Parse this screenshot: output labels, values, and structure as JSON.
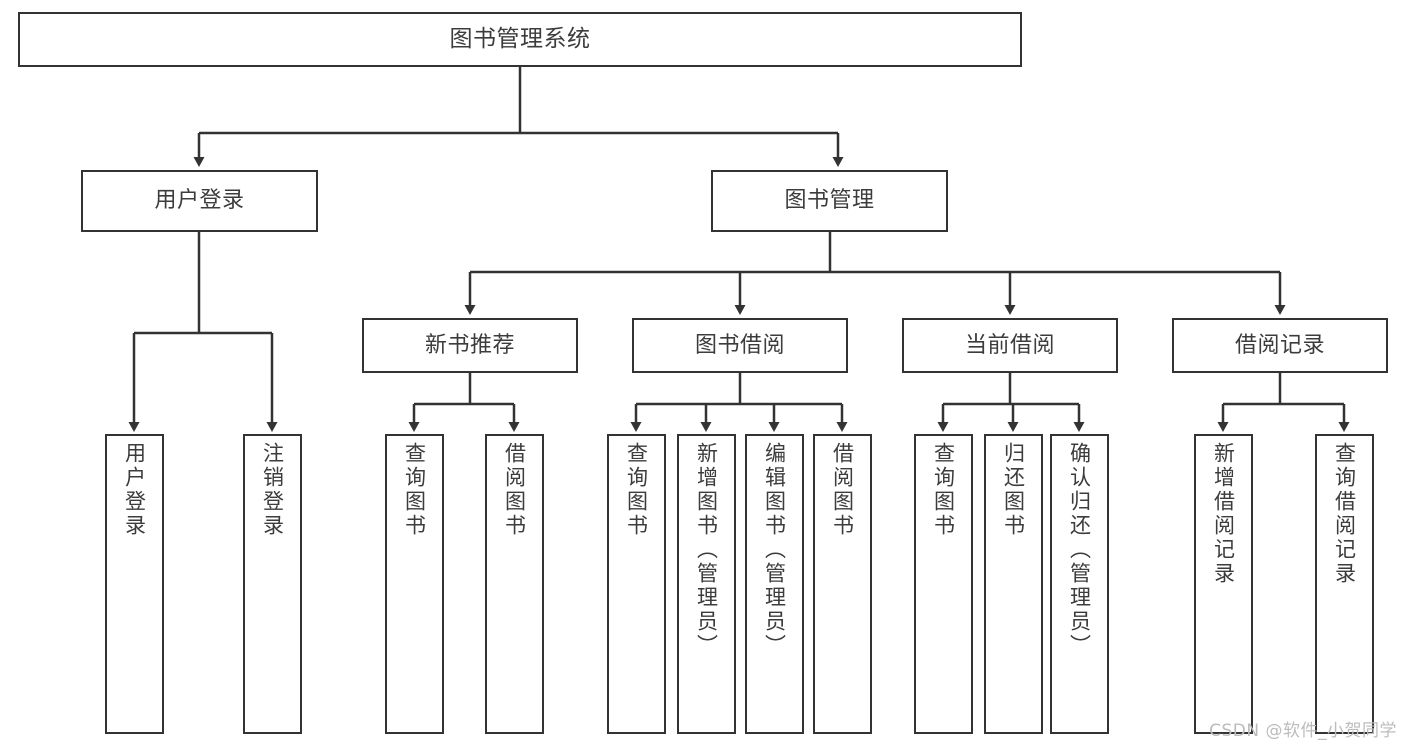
{
  "diagram": {
    "title": "图书管理系统",
    "type": "tree-hierarchy",
    "stroke_color": "#333333",
    "text_color": "#3c3c3c",
    "background_color": "#ffffff"
  },
  "root": {
    "label": "图书管理系统"
  },
  "level2": [
    {
      "label": "用户登录"
    },
    {
      "label": "图书管理"
    }
  ],
  "level3": [
    {
      "label": "新书推荐"
    },
    {
      "label": "图书借阅"
    },
    {
      "label": "当前借阅"
    },
    {
      "label": "借阅记录"
    }
  ],
  "leaves": {
    "user_login": [
      {
        "label": "用户登录"
      },
      {
        "label": "注销登录"
      }
    ],
    "new_book_recommend": [
      {
        "label": "查询图书"
      },
      {
        "label": "借阅图书"
      }
    ],
    "book_borrow": [
      {
        "label": "查询图书"
      },
      {
        "label": "新增图书（管理员）"
      },
      {
        "label": "编辑图书（管理员）"
      },
      {
        "label": "借阅图书"
      }
    ],
    "current_borrow": [
      {
        "label": "查询图书"
      },
      {
        "label": "归还图书"
      },
      {
        "label": "确认归还（管理员）"
      }
    ],
    "borrow_records": [
      {
        "label": "新增借阅记录"
      },
      {
        "label": "查询借阅记录"
      }
    ]
  },
  "watermark": {
    "text": "CSDN @软件_小贺同学"
  }
}
